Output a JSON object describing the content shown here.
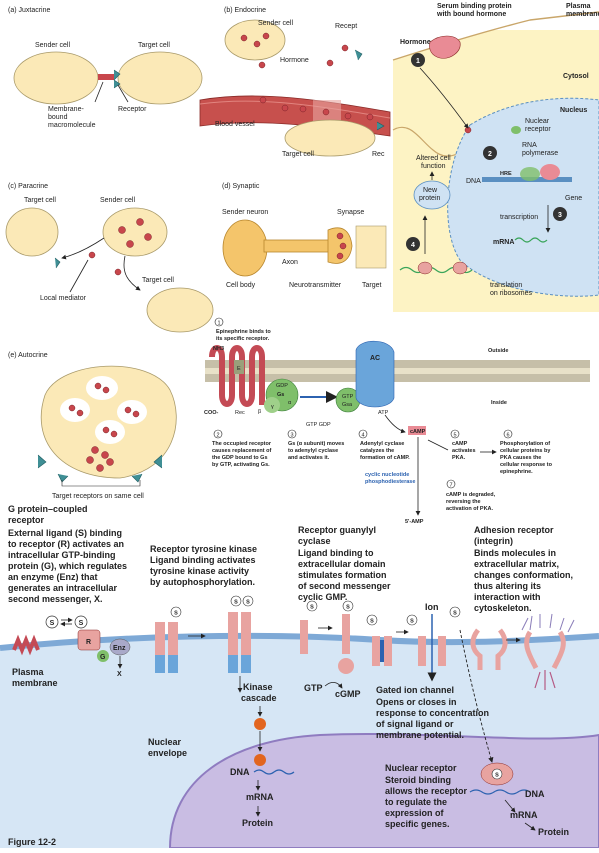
{
  "panels": {
    "a": {
      "title": "(a) Juxtacrine",
      "sender": "Sender cell",
      "target": "Target cell",
      "membrane": [
        "Membrane-",
        "bound",
        "macromolecule"
      ],
      "receptor": "Receptor"
    },
    "b": {
      "title": "(b) Endocrine",
      "sender": "Sender cell",
      "receptor": "Recept",
      "hormone": "Hormone",
      "vessel": "Blood vessel",
      "target": "Target cell",
      "rec": "Rec"
    },
    "c": {
      "title": "(c) Paracrine",
      "target1": "Target cell",
      "sender": "Sender cell",
      "target2": "Target cell",
      "mediator": "Local mediator"
    },
    "d": {
      "title": "(d) Synaptic",
      "neuron": "Sender neuron",
      "synapse": "Synapse",
      "axon": "Axon",
      "body": "Cell body",
      "nt": "Neurotransmitter",
      "target": "Target"
    },
    "e": {
      "title": "(e) Autocrine",
      "caption": "Target receptors on same cell"
    }
  },
  "nuclear": {
    "serum": [
      "Serum binding protein",
      "with bound hormone"
    ],
    "plasma": [
      "Plasma",
      "membrane"
    ],
    "hormone": "Hormone",
    "cytosol": "Cytosol",
    "nucleus": "Nucleus",
    "nuc_receptor": [
      "Nuclear",
      "receptor"
    ],
    "rna_pol": [
      "RNA",
      "polymerase"
    ],
    "altered": [
      "Altered cell",
      "function"
    ],
    "dna": "DNA",
    "hre": "HRE",
    "gene": "Gene",
    "new_protein": [
      "New",
      "protein"
    ],
    "transcription": "transcription",
    "mrna": "mRNA",
    "translation": [
      "translation",
      "on ribosomes"
    ],
    "steps": [
      "1",
      "2",
      "3",
      "4"
    ]
  },
  "gpcr": {
    "s1": [
      "Epinephrine binds to",
      "its specific receptor."
    ],
    "outside": "Outside",
    "inside": "Inside",
    "labels": {
      "nh3": "NH3",
      "coo": "COO-",
      "rec": "Rec",
      "gdp": "GDP",
      "gs": "Gs",
      "gtp": "GTP",
      "gsa": "Gsa",
      "ac": "AC",
      "atp": "ATP",
      "camp": "cAMP",
      "gtp_gdp": "GTP  GDP",
      "alpha": "α",
      "beta": "β",
      "gamma": "γ",
      "e": "E"
    },
    "s2": [
      "The occupied receptor",
      "causes replacement of",
      "the GDP bound to Gs",
      "by GTP, activating Gs."
    ],
    "s3": [
      "Gs (α subunit) moves",
      "to adenylyl cyclase",
      "and activates it."
    ],
    "s4": [
      "Adenylyl cyclase",
      "catalyzes the",
      "formation of cAMP."
    ],
    "s5": [
      "cAMP",
      "activates",
      "PKA."
    ],
    "s6": [
      "Phosphorylation of",
      "cellular proteins by",
      "PKA causes the",
      "cellular response to",
      "epinephrine."
    ],
    "pde": [
      "cyclic nucleotide",
      "phosphodiesterase"
    ],
    "s7": [
      "cAMP is degraded,",
      "reversing the",
      "activation of PKA."
    ],
    "amp": "5'-AMP",
    "nums": [
      "1",
      "2",
      "3",
      "4",
      "5",
      "6",
      "7"
    ]
  },
  "classes": {
    "gpcr_title": [
      "G protein–coupled",
      "receptor"
    ],
    "gpcr_body": [
      "External ligand (S) binding",
      "to receptor (R) activates an",
      "intracellular GTP-binding",
      "protein (G), which regulates",
      "an enzyme (Enz) that",
      "generates an intracellular",
      "second messenger, X."
    ],
    "rtk_title": "Receptor tyrosine kinase",
    "rtk_body": [
      "Ligand binding activates",
      "tyrosine kinase activity",
      "by autophosphorylation."
    ],
    "gc_title": [
      "Receptor guanylyl",
      "cyclase"
    ],
    "gc_body": [
      "Ligand binding to",
      "extracellular domain",
      "stimulates formation",
      "of second messenger",
      "cyclic GMP."
    ],
    "adh_title": [
      "Adhesion receptor",
      "(integrin)"
    ],
    "adh_body": [
      "Binds molecules in",
      "extracellular matrix,",
      "changes conformation,",
      "thus altering its",
      "interaction with",
      "cytoskeleton."
    ],
    "ion": "Ion",
    "gated_title": "Gated ion channel",
    "gated_body": [
      "Opens or closes in",
      "response to concentration",
      "of signal ligand or",
      "membrane potential."
    ],
    "plasma": [
      "Plasma",
      "membrane"
    ],
    "kinase": [
      "Kinase",
      "cascade"
    ],
    "gtp": "GTP",
    "cgmp": "cGMP",
    "nuc_env": [
      "Nuclear",
      "envelope"
    ],
    "dna": "DNA",
    "mrna": "mRNA",
    "protein": "Protein",
    "nr_title": "Nuclear receptor",
    "nr_body": [
      "Steroid binding",
      "allows the receptor",
      "to regulate the",
      "expression of",
      "specific genes."
    ],
    "dna2": "DNA",
    "mrna2": "mRNA",
    "protein2": "Protein",
    "s": "S",
    "r": "R",
    "g": "G",
    "enz": "Enz",
    "x": "X"
  },
  "figure": "Figure 12-2",
  "colors": {
    "cell": "#fbe9b7",
    "receptor": "#3f8f95",
    "hormone": "#c8464c",
    "vessel": "#c7504d",
    "cytosol_bg": "#fdf3c4",
    "nucleus": "#cfe2f3",
    "membrane": "#a9c9e8",
    "nuclear_env": "#c9bde3",
    "ac": "#6aa5da",
    "gprot": "#7fbf6a",
    "channel": "#d05060"
  }
}
